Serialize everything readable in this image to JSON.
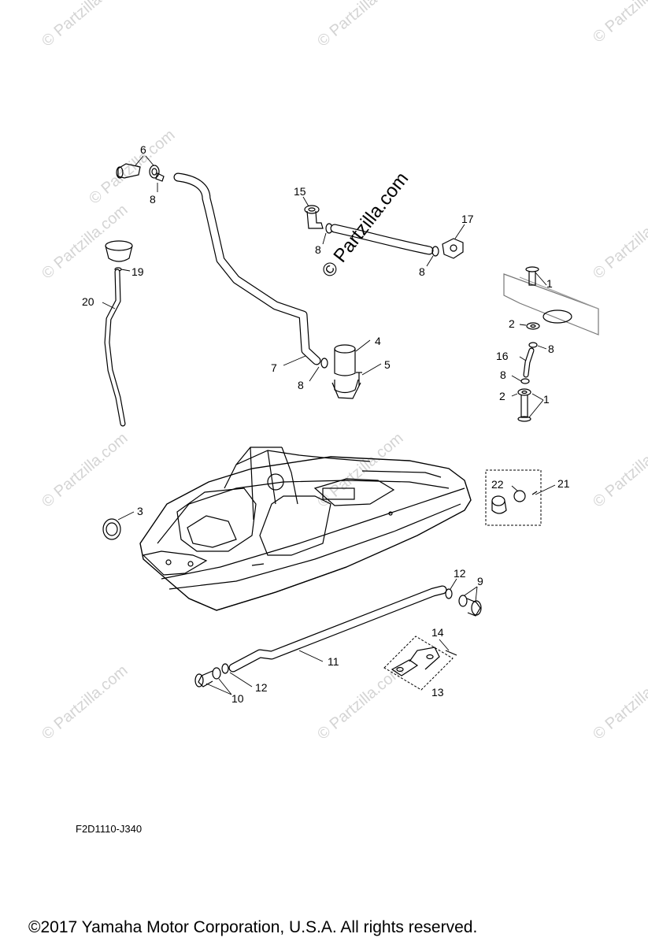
{
  "watermark": {
    "text": "© Partzilla.com",
    "main_text": "© Partzilla.com"
  },
  "callouts": {
    "c1a": "1",
    "c1b": "1",
    "c2a": "2",
    "c2b": "2",
    "c3": "3",
    "c4": "4",
    "c5": "5",
    "c6": "6",
    "c7": "7",
    "c8a": "8",
    "c8b": "8",
    "c8c": "8",
    "c8d": "8",
    "c8e": "8",
    "c8f": "8",
    "c9": "9",
    "c10": "10",
    "c11": "11",
    "c12a": "12",
    "c12b": "12",
    "c13": "13",
    "c14": "14",
    "c15": "15",
    "c16": "16",
    "c17": "17",
    "c19": "19",
    "c20": "20",
    "c21": "21",
    "c22": "22"
  },
  "reference_code": "F2D1110-J340",
  "copyright": "©2017  Yamaha Motor Corporation, U.S.A. All rights reserved."
}
